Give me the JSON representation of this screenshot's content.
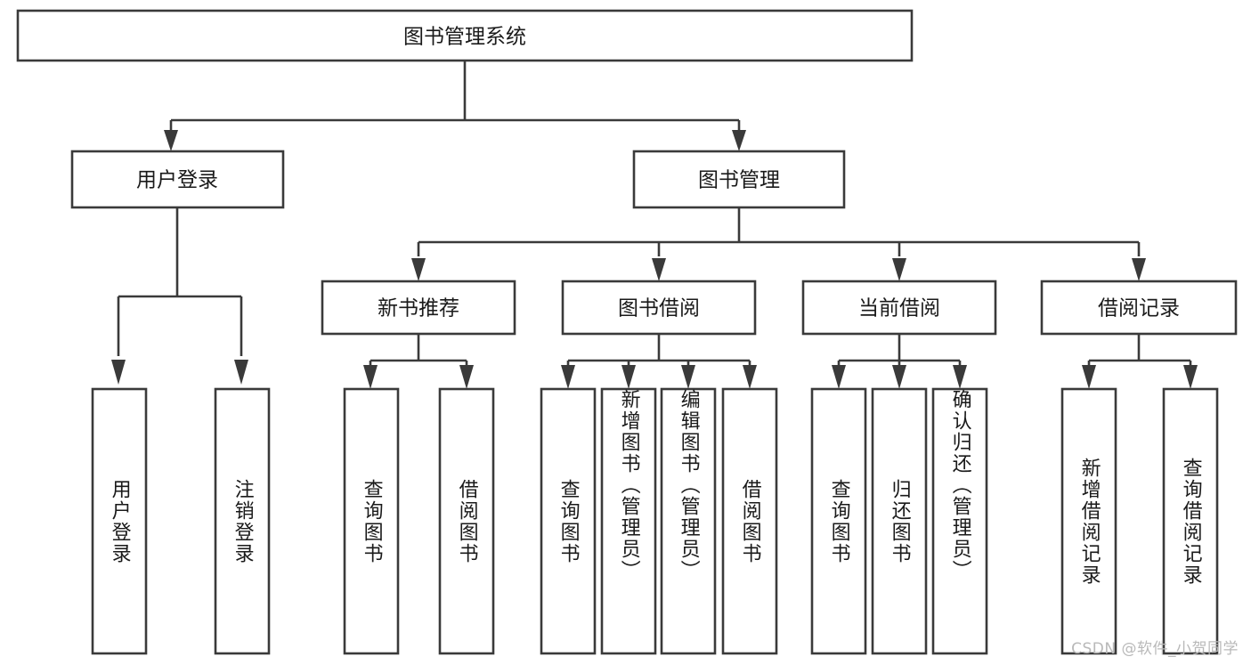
{
  "diagram": {
    "type": "tree-hierarchy-functional-structure",
    "root": {
      "id": "root",
      "label": "图书管理系统"
    },
    "level2": [
      {
        "id": "user-login",
        "label": "用户登录"
      },
      {
        "id": "book-manage",
        "label": "图书管理"
      }
    ],
    "level3": [
      {
        "id": "new-book-recommend",
        "label": "新书推荐",
        "parent": "book-manage"
      },
      {
        "id": "book-borrow",
        "label": "图书借阅",
        "parent": "book-manage"
      },
      {
        "id": "current-borrow",
        "label": "当前借阅",
        "parent": "book-manage"
      },
      {
        "id": "borrow-record",
        "label": "借阅记录",
        "parent": "book-manage"
      }
    ],
    "leaves": [
      {
        "id": "leaf-user-login",
        "label": "用户登录",
        "parent": "user-login"
      },
      {
        "id": "leaf-logout-login",
        "label": "注销登录",
        "parent": "user-login"
      },
      {
        "id": "leaf-query-book-1",
        "label": "查询图书",
        "parent": "new-book-recommend"
      },
      {
        "id": "leaf-borrow-book-1",
        "label": "借阅图书",
        "parent": "new-book-recommend"
      },
      {
        "id": "leaf-query-book-2",
        "label": "查询图书",
        "parent": "book-borrow"
      },
      {
        "id": "leaf-add-book",
        "label": "新增图书（管理员）",
        "parent": "book-borrow"
      },
      {
        "id": "leaf-edit-book",
        "label": "编辑图书（管理员）",
        "parent": "book-borrow"
      },
      {
        "id": "leaf-borrow-book-2",
        "label": "借阅图书",
        "parent": "book-borrow"
      },
      {
        "id": "leaf-query-book-3",
        "label": "查询图书",
        "parent": "current-borrow"
      },
      {
        "id": "leaf-return-book",
        "label": "归还图书",
        "parent": "current-borrow"
      },
      {
        "id": "leaf-confirm-return",
        "label": "确认归还（管理员）",
        "parent": "current-borrow"
      },
      {
        "id": "leaf-add-record",
        "label": "新增借阅记录",
        "parent": "borrow-record"
      },
      {
        "id": "leaf-query-record",
        "label": "查询借阅记录",
        "parent": "borrow-record"
      }
    ]
  },
  "watermark": {
    "text": "CSDN @软件_小贺同学"
  },
  "colors": {
    "stroke": "#3a3a3a",
    "node_fill": "#ffffff",
    "text": "#1a1a1a",
    "background": "#ffffff",
    "watermark": "#b9b9b9"
  }
}
